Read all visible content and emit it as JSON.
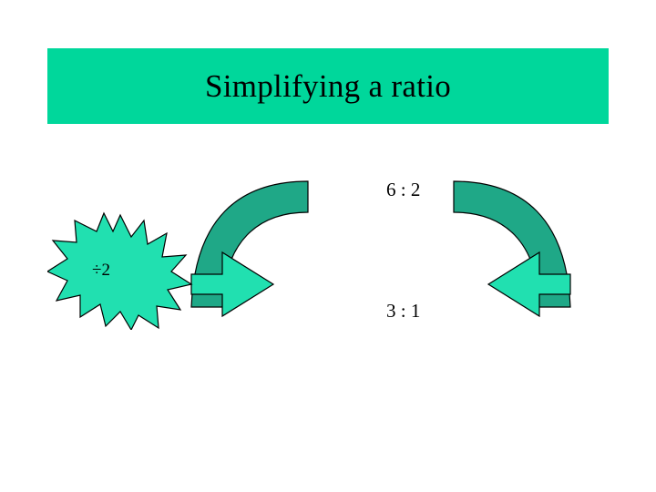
{
  "slide": {
    "title": "Simplifying a ratio",
    "title_band_color": "#00D79B",
    "background_color": "#FFFFFF"
  },
  "diagram": {
    "name": "circular-arrow-diagram",
    "arrow_fill_color": "#21E0B0",
    "arrow_shade_color": "#1FA887",
    "arrow_outline_color": "#000000",
    "starburst": {
      "label": "÷2",
      "fill_color": "#21E0B0",
      "outline_color": "#000000"
    },
    "labels": {
      "ratio_before": "6 : 2",
      "ratio_after": "3 : 1"
    }
  }
}
